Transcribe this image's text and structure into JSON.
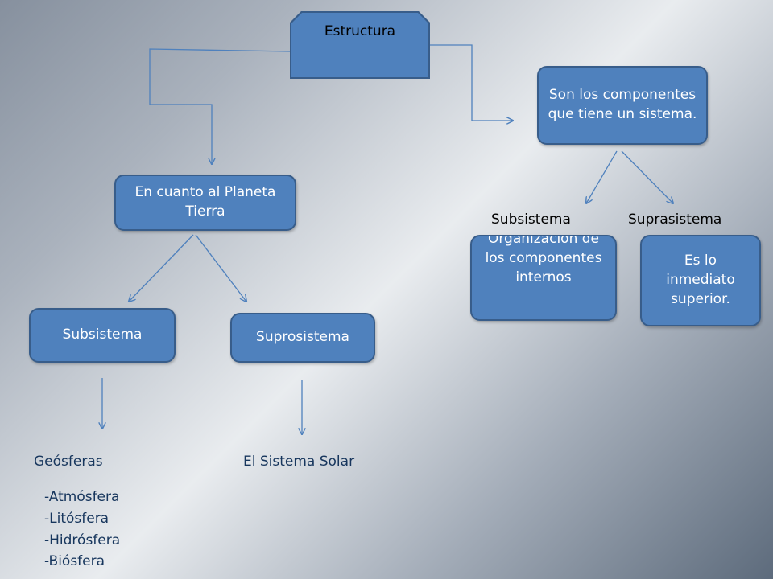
{
  "colors": {
    "box_fill": "#4f81bd",
    "box_border": "#385d8a",
    "connector": "#4f81bd",
    "label_blue": "#17365d"
  },
  "nodes": {
    "estructura": "Estructura",
    "definition": "Son los componentes que tiene un sistema.",
    "planeta": "En cuanto al Planeta Tierra",
    "planeta_subsistema": "Subsistema",
    "planeta_suprosistema": "Suprosistema",
    "def_subsistema": "Organización de los componentes internos",
    "def_suprasistema": "Es lo inmediato superior."
  },
  "labels": {
    "subsistema": "Subsistema",
    "suprasistema": "Suprasistema",
    "geosferas": "Geósferas",
    "sistema_solar": "El Sistema Solar"
  },
  "geosferas_list": [
    "-Atmósfera",
    "-Litósfera",
    "-Hidrósfera",
    "-Biósfera"
  ]
}
